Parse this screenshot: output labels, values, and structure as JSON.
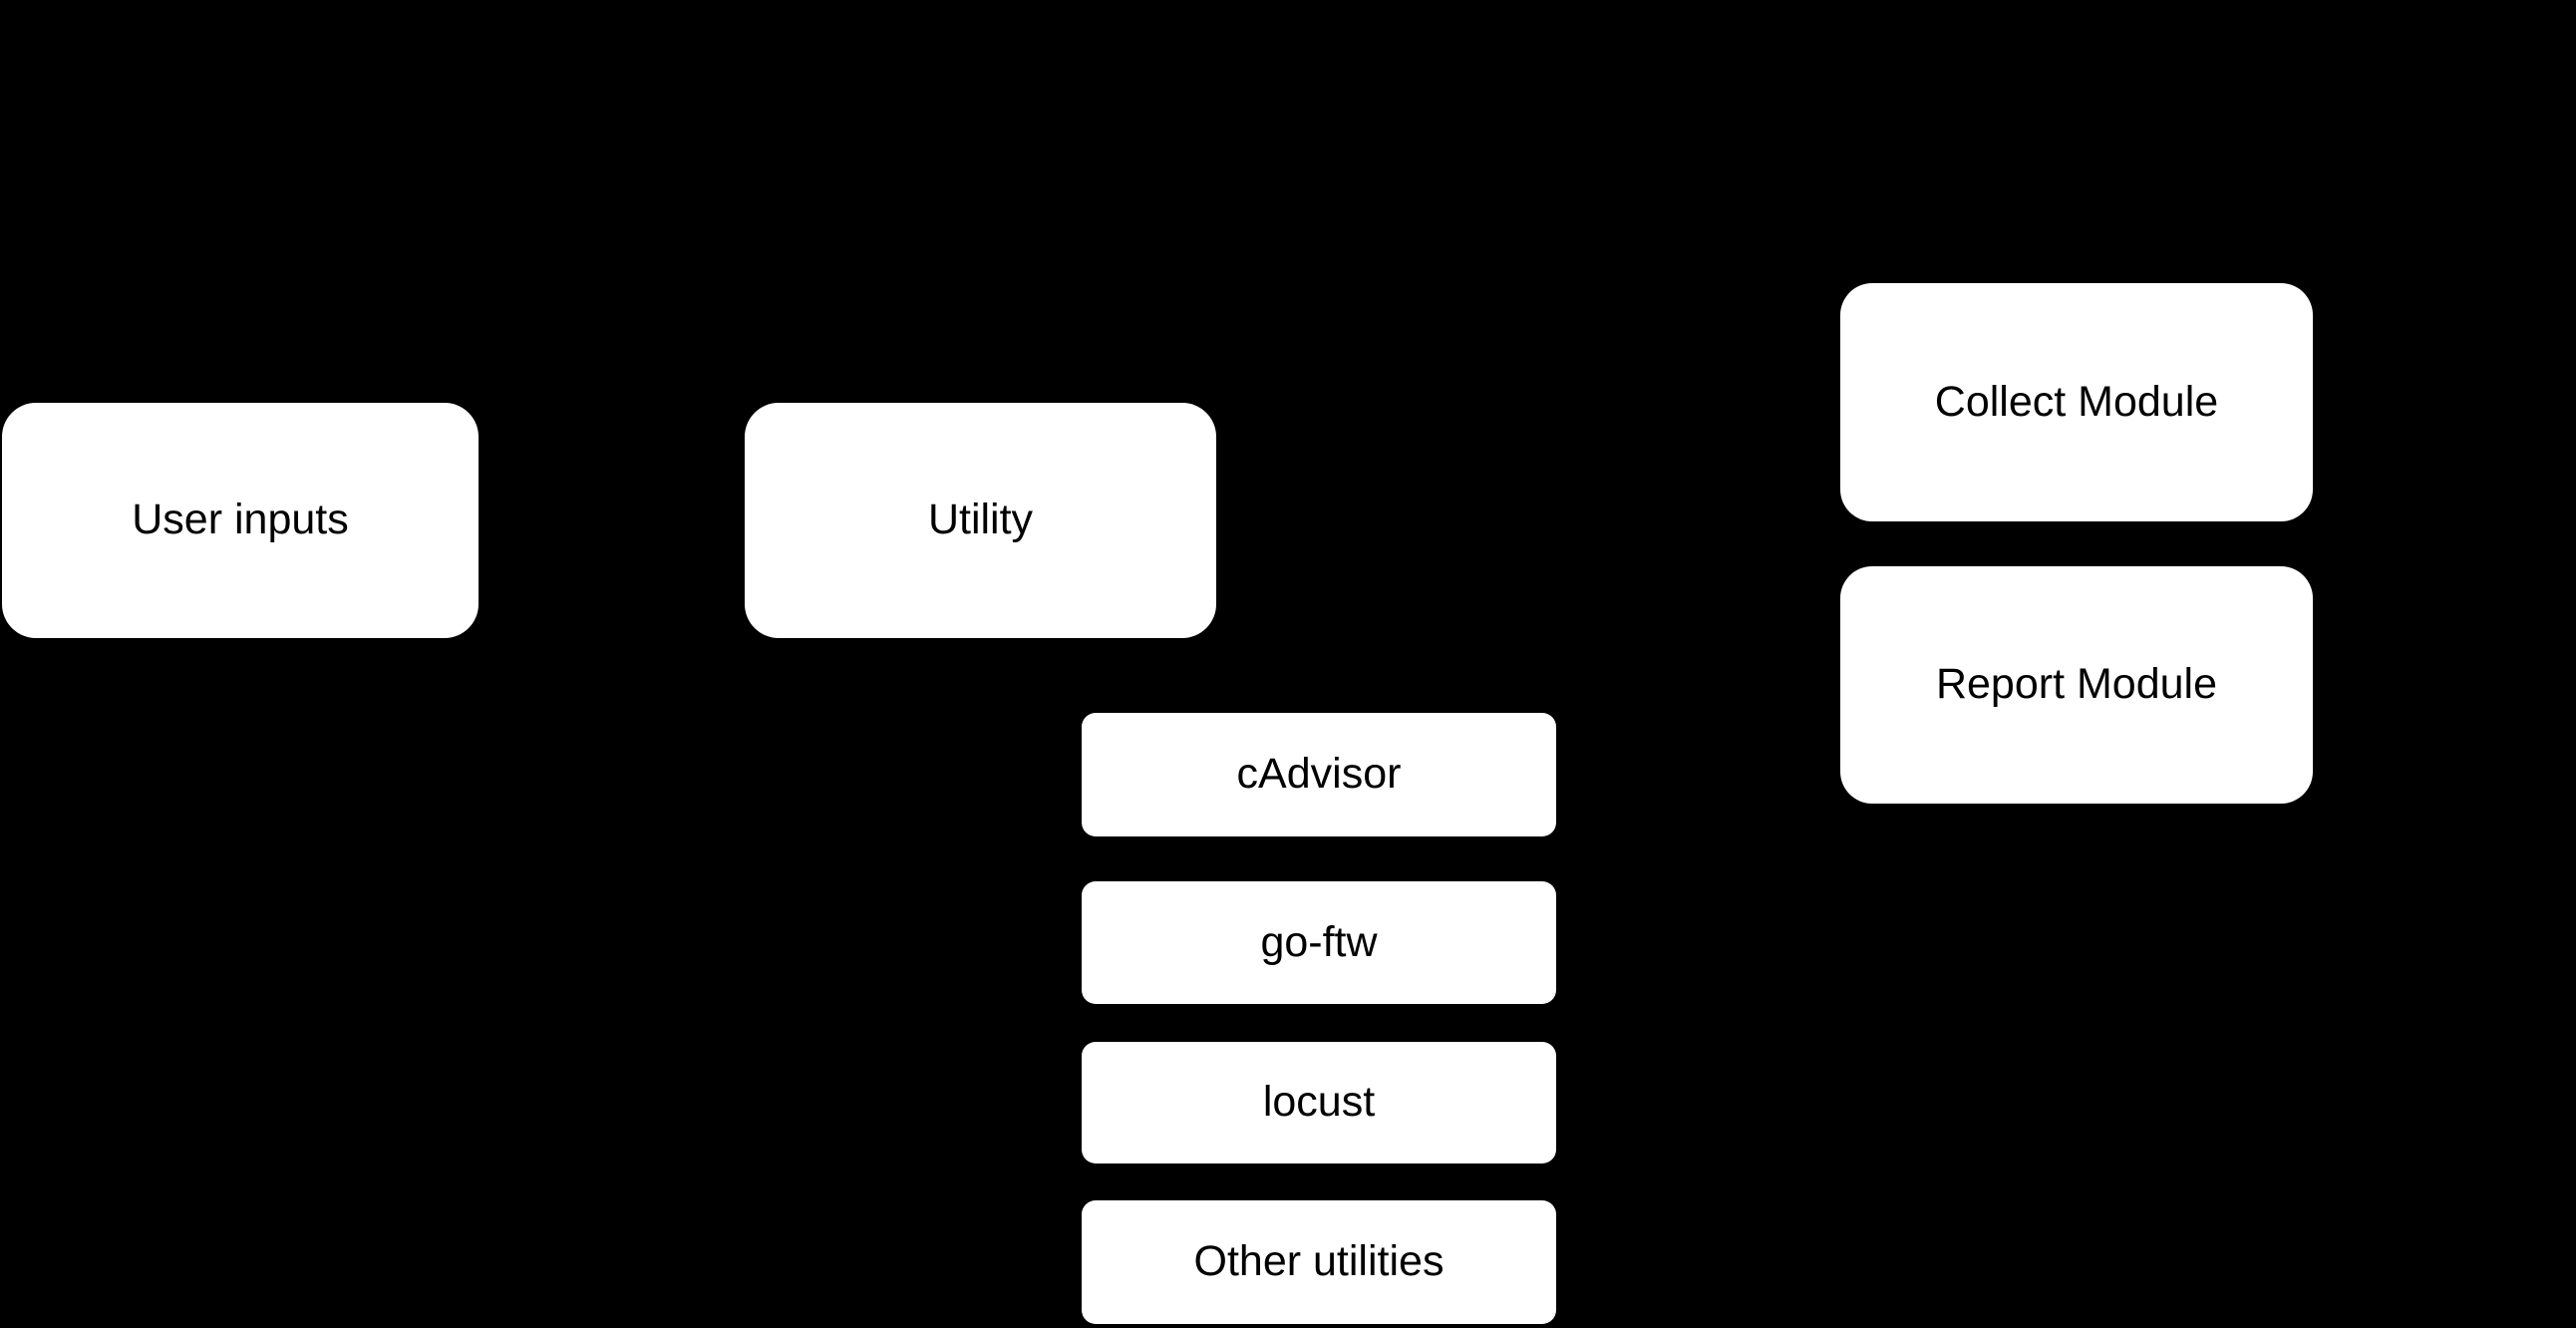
{
  "diagram": {
    "kind": "architecture-flow-diagram",
    "colors": {
      "background": "#000000",
      "node_fill": "#FFFFFF",
      "node_text": "#000000"
    },
    "nodes": {
      "user_inputs": {
        "label": "User inputs"
      },
      "utility": {
        "label": "Utility"
      },
      "cadvisor": {
        "label": "cAdvisor"
      },
      "go_ftw": {
        "label": "go-ftw"
      },
      "locust": {
        "label": "locust"
      },
      "other_utilities": {
        "label": "Other utilities"
      },
      "collect_module": {
        "label": "Collect Module"
      },
      "report_module": {
        "label": "Report Module"
      }
    }
  }
}
